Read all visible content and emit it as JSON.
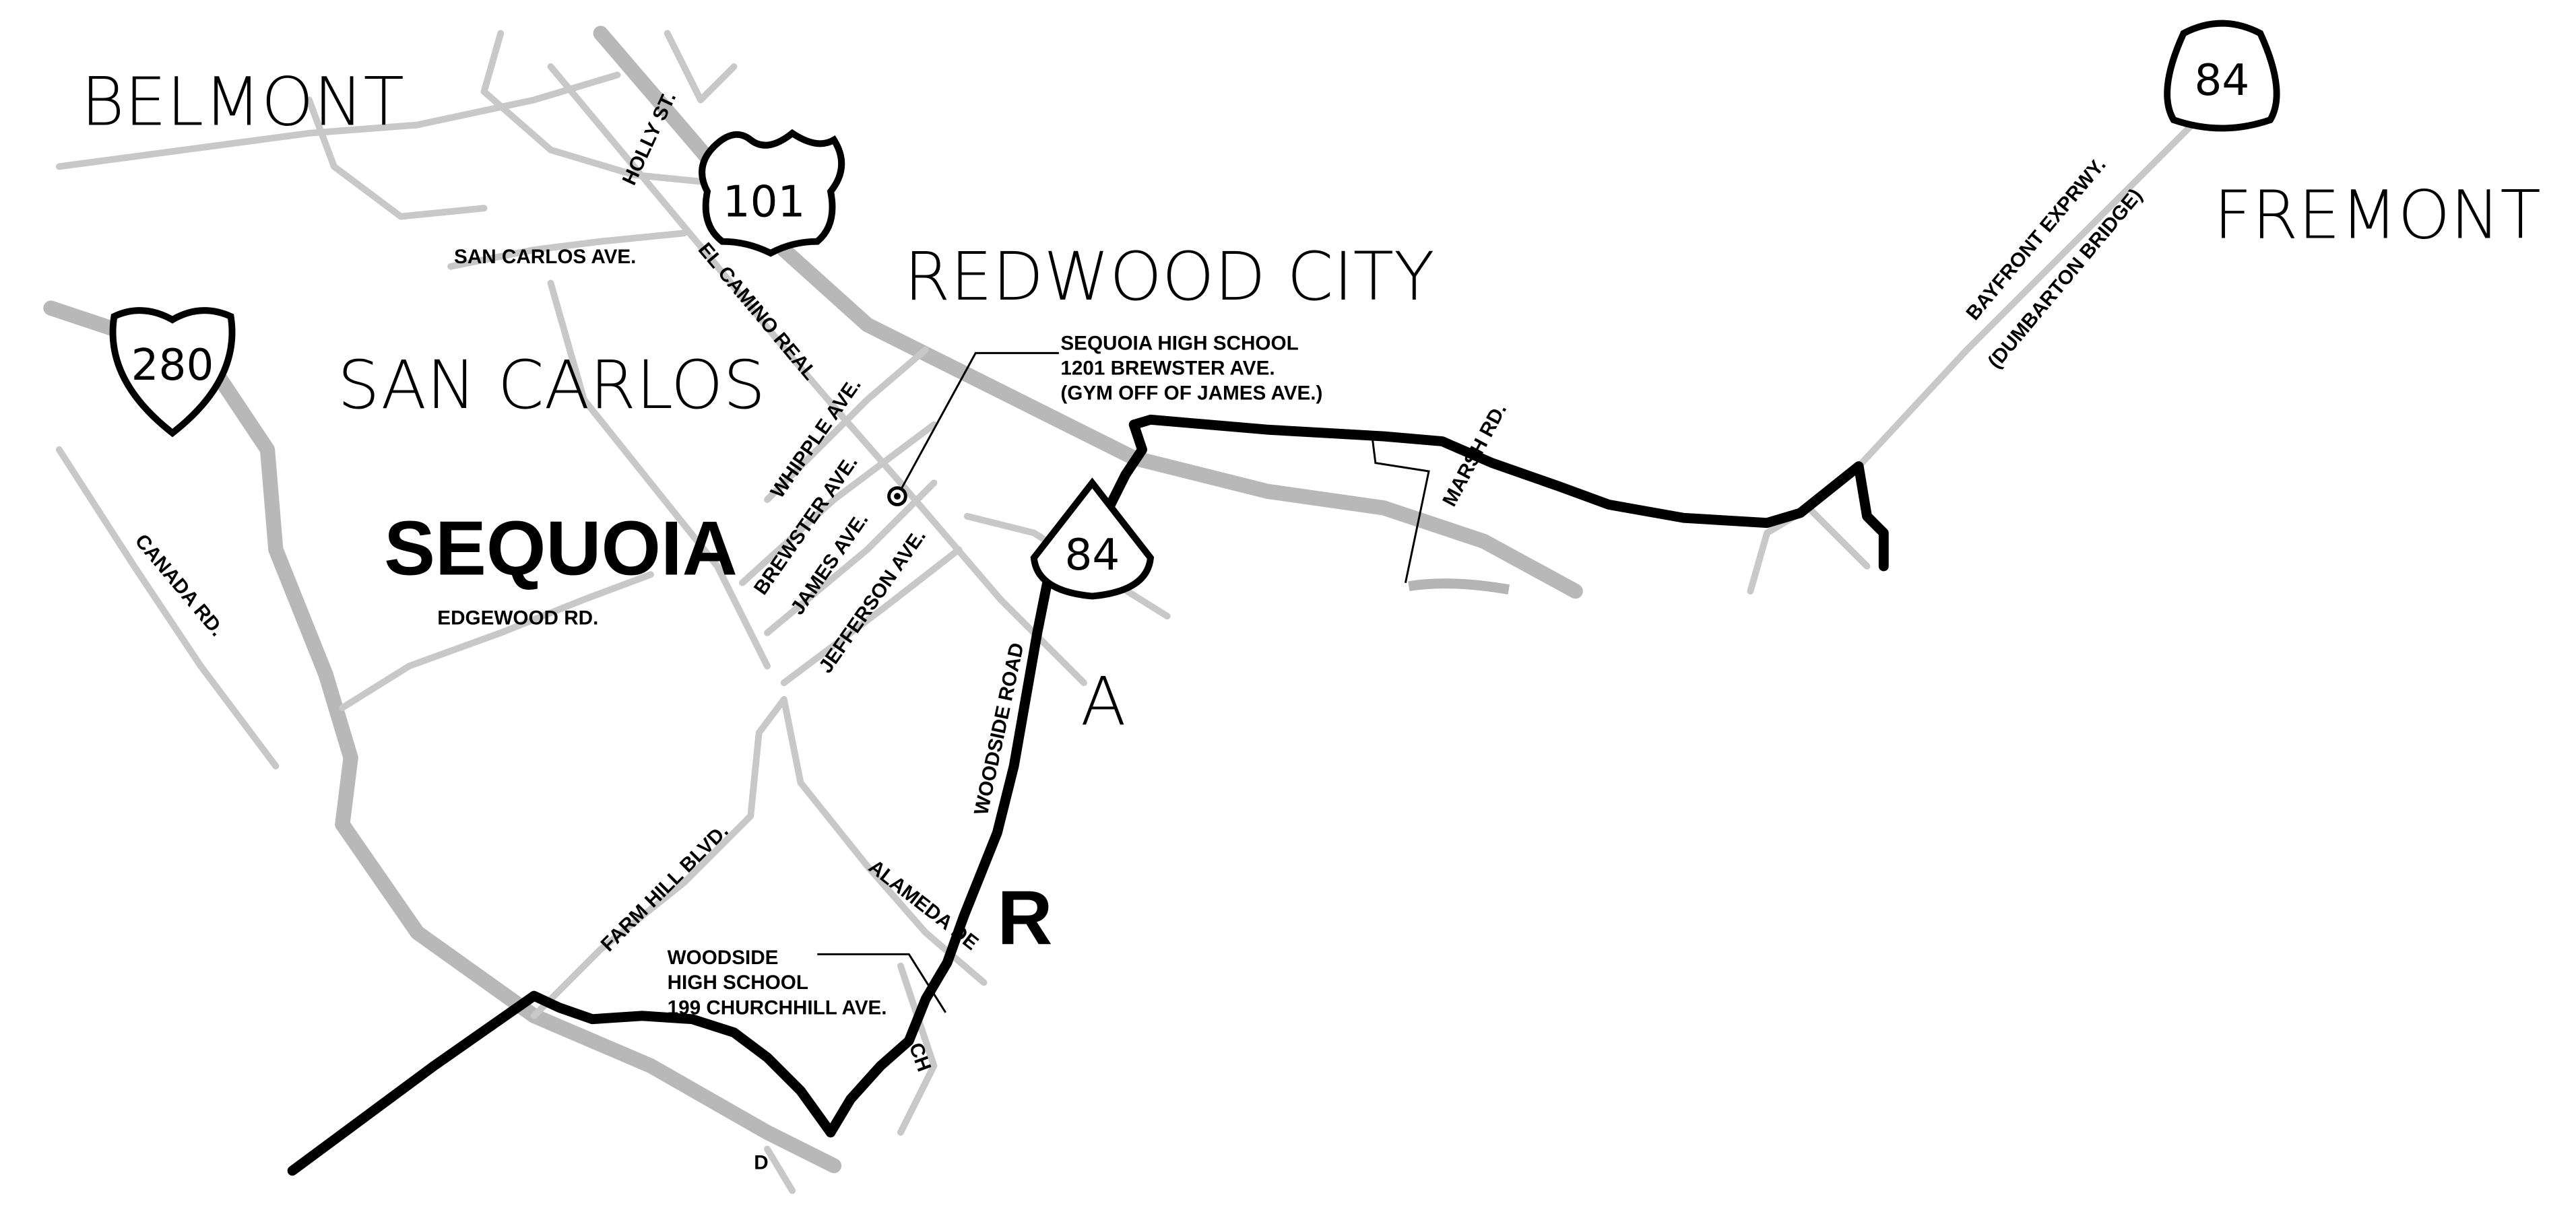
{
  "cities": {
    "belmont": "BELMONT",
    "redwood_city": "REDWOOD CITY",
    "san_carlos": "SAN CARLOS",
    "fremont": "FREMONT",
    "partial_a": "A"
  },
  "region_label": "SEQUOIA",
  "shields": {
    "us101": "101",
    "i280": "280",
    "ca84_east": "84",
    "ca84_west": "84"
  },
  "streets": {
    "holly": "HOLLY ST.",
    "san_carlos_ave": "SAN CARLOS AVE.",
    "el_camino": "EL CAMINO REAL",
    "whipple": "WHIPPLE AVE.",
    "brewster": "BREWSTER AVE.",
    "james": "JAMES AVE.",
    "jefferson": "JEFFERSON AVE.",
    "canada": "CANADA RD.",
    "edgewood": "EDGEWOOD RD.",
    "woodside_road": "WOODSIDE ROAD",
    "farm_hill": "FARM HILL BLVD.",
    "alameda": "ALAMEDA DE",
    "marsh": "MARSH RD.",
    "bayfront": "BAYFRONT EXPRWY.",
    "dumbarton": "(DUMBARTON BRIDGE)",
    "ch_fragment": "CH",
    "d_fragment": "D"
  },
  "callouts": {
    "sequoia_hs": [
      "SEQUOIA HIGH SCHOOL",
      "1201 BREWSTER AVE.",
      "(GYM OFF OF JAMES AVE.)"
    ],
    "woodside_hs": [
      "WOODSIDE",
      "HIGH SCHOOL",
      "199 CHURCHHILL AVE."
    ]
  },
  "colors": {
    "road_gray": "#c8c8c8",
    "highway_gray": "#b4b4b4",
    "route_black": "#000000",
    "background": "#ffffff"
  }
}
